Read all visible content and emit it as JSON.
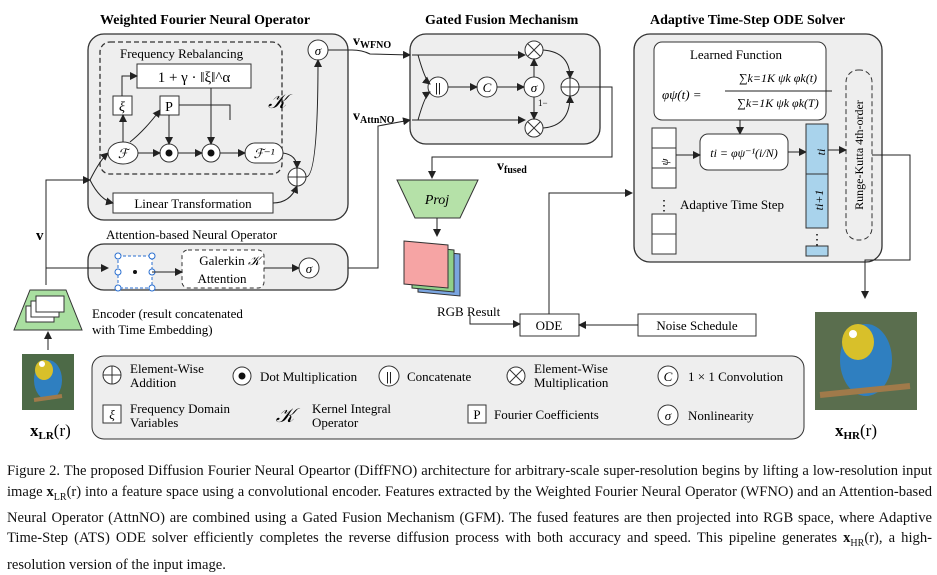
{
  "sections": {
    "wfno_title": "Weighted Fourier Neural Operator",
    "gfm_title": "Gated Fusion Mechanism",
    "ats_title": "Adaptive Time-Step ODE Solver",
    "attn_title": "Attention-based Neural Operator"
  },
  "wfno": {
    "freq_rebalancing": "Frequency Rebalancing",
    "formula": "1 + γ · ‖ξ‖^α",
    "xi": "ξ",
    "p": "P",
    "kernel": "𝒦",
    "fourier": "ℱ",
    "inverse_fourier": "ℱ⁻¹",
    "linear": "Linear Transformation",
    "sigma": "σ"
  },
  "attn": {
    "galerkin": "Galerkin",
    "attention": "Attention",
    "kernel": "𝒦",
    "sigma": "σ"
  },
  "flows": {
    "v": "v",
    "v_wfno": "WFNO",
    "v_attnno": "AttnNO",
    "v_fused": "fused"
  },
  "gfm": {
    "concat": "||",
    "conv": "C",
    "sigma": "σ",
    "one_minus": "1−"
  },
  "ats": {
    "learned_function": "Learned Function",
    "formula_lhs": "φψ(t) =",
    "formula_num": "∑k=1K ψk φk(t)",
    "formula_den": "∑k=1K ψk φk(T)",
    "ti_formula": "ti = φψ⁻¹(i/N)",
    "adaptive_step": "Adaptive Time Step",
    "ti": "ti",
    "ti1": "ti+1",
    "rk4": "Runge-Kutta 4th-order",
    "psi": "ψ"
  },
  "pipeline": {
    "proj": "Proj",
    "rgb_result": "RGB Result",
    "ode": "ODE",
    "noise_schedule": "Noise Schedule",
    "encoder_line1": "Encoder (result concatenated",
    "encoder_line2": "with Time Embedding)",
    "x_lr": "xLR(r)",
    "x_hr": "xHR(r)"
  },
  "legend": [
    {
      "symbol": "⊕",
      "text": [
        "Element-Wise",
        "Addition"
      ]
    },
    {
      "symbol": "⊙",
      "text": [
        "Dot Multiplication"
      ]
    },
    {
      "symbol": "||",
      "text": [
        "Concatenate"
      ]
    },
    {
      "symbol": "⊗",
      "text": [
        "Element-Wise",
        "Multiplication"
      ]
    },
    {
      "symbol": "C",
      "text": [
        "1 × 1 Convolution"
      ]
    },
    {
      "symbol": "ξ",
      "text": [
        "Frequency Domain",
        "Variables"
      ]
    },
    {
      "symbol": "𝒦",
      "text": [
        "Kernel Integral",
        "Operator"
      ]
    },
    {
      "symbol": "P",
      "text": [
        "Fourier Coefficients"
      ]
    },
    {
      "symbol": "σ",
      "text": [
        "Nonlinearity"
      ]
    }
  ],
  "caption": {
    "p1": "Figure 2. The proposed Diffusion Fourier Neural Opeartor (DiffFNO) architecture for arbitrary-scale super-resolution begins by lifting a low-resolution input image ",
    "x_lr": "x",
    "x_lr_sub": "LR",
    "x_lr_arg": "(r)",
    "p2": " into a feature space using a convolutional encoder. Features extracted by the Weighted Fourier Neural Operator (WFNO) and an Attention-based Neural Operator (AttnNO) are combined using a Gated Fusion Mechanism (GFM). The fused features are then projected into RGB space, where Adaptive Time-Step (ATS) ODE solver efficiently completes the reverse diffusion process with both accuracy and speed. This pipeline generates ",
    "x_hr": "x",
    "x_hr_sub": "HR",
    "x_hr_arg": "(r)",
    "p3": ", a high-resolution version of the input image."
  }
}
